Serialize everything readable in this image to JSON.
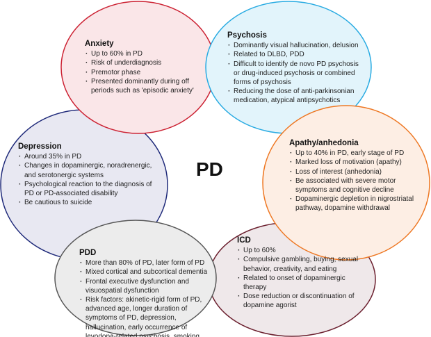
{
  "center_label": "PD",
  "colors": {
    "anxiety": {
      "fill": "#fae6e8",
      "stroke": "#cc2233"
    },
    "psychosis": {
      "fill": "#e2f4fb",
      "stroke": "#29abe2"
    },
    "depression": {
      "fill": "#e8e8f2",
      "stroke": "#1f2a7a"
    },
    "apathy": {
      "fill": "#fdeee4",
      "stroke": "#ee7722"
    },
    "pdd": {
      "fill": "#ececec",
      "stroke": "#555555"
    },
    "icd": {
      "fill": "#efe8ea",
      "stroke": "#6b1f2e"
    }
  },
  "anxiety": {
    "title": "Anxiety",
    "items": [
      "Up to 60% in PD",
      "Risk of underdiagnosis",
      "Premotor phase",
      "Presented dominantly during off periods such as 'episodic anxiety'"
    ]
  },
  "psychosis": {
    "title": "Psychosis",
    "items": [
      "Dominantly visual hallucination, delusion",
      "Related to DLBD, PDD",
      "Difficult to identify de novo PD psychosis or drug-induced psychosis or combined forms of psychosis",
      "Reducing the dose of anti-parkinsonian medication, atypical antipsychotics"
    ]
  },
  "depression": {
    "title": "Depression",
    "items": [
      "Around 35% in PD",
      "Changes in dopaminergic, noradrenergic, and serotonergic systems",
      "Psychological reaction to the diagnosis of PD or PD-associated disability",
      "Be cautious to suicide"
    ]
  },
  "apathy": {
    "title": "Apathy/anhedonia",
    "items": [
      "Up to 40% in PD, early stage of PD",
      "Marked loss of motivation (apathy)",
      "Loss of interest (anhedonia)",
      "Be associated with severe motor symptoms and cognitive decline",
      "Dopaminergic depletion in nigrostriatal pathway, dopamine withdrawal"
    ]
  },
  "pdd": {
    "title": "PDD",
    "items": [
      "More than 80% of PD, later form of PD",
      "Mixed cortical and subcortical dementia",
      "Frontal executive dysfunction and visuospatial dysfunction",
      "Risk factors: akinetic-rigid form of PD, advanced age, longer duration of symptoms of PD, depression, hallucination, early occurrence of levodopa-related psychosis, smoking"
    ]
  },
  "icd": {
    "title": "ICD",
    "items": [
      "Up to 60%",
      "Compulsive gambling, buying, sexual behavior, creativity, and eating",
      "Related to onset of dopaminergic therapy",
      "Dose reduction or discontinuation of dopamine agorist"
    ]
  }
}
